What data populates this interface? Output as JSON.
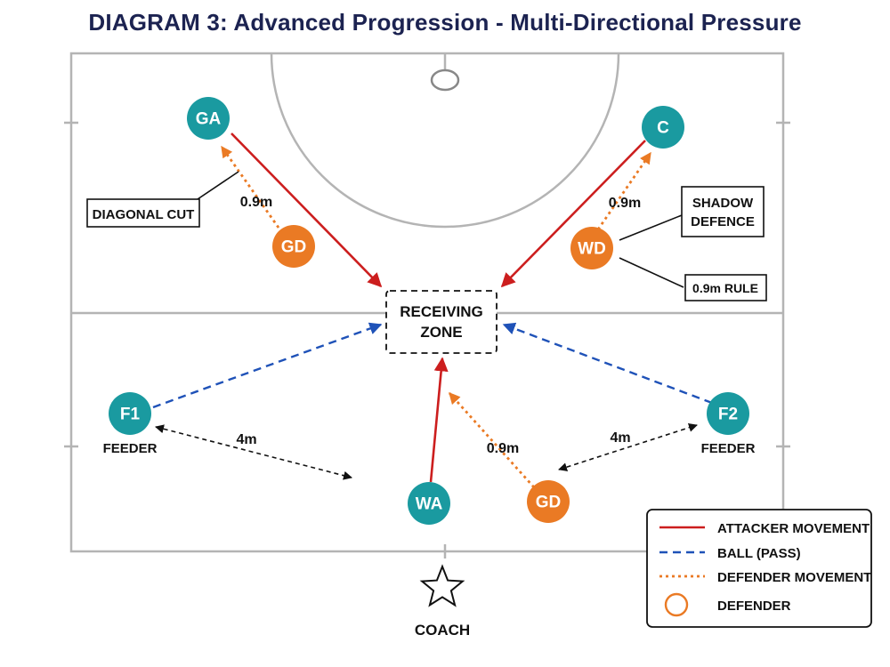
{
  "title": "DIAGRAM 3: Advanced Progression - Multi-Directional Pressure",
  "colors": {
    "attacker": "#1a9aa0",
    "defender": "#ea7a24",
    "attacker_line": "#cc1e1e",
    "ball_line": "#1f52b8",
    "defender_line": "#ea7a24",
    "court": "#b4b4b4",
    "title": "#1c2351"
  },
  "players": {
    "ga": "GA",
    "c": "C",
    "gd_top": "GD",
    "wd": "WD",
    "f1": "F1",
    "f2": "F2",
    "wa": "WA",
    "gd_bottom": "GD"
  },
  "role_labels": {
    "f1": "FEEDER",
    "f2": "FEEDER"
  },
  "zone": {
    "line1": "RECEIVING",
    "line2": "ZONE"
  },
  "callouts": {
    "diagonal_cut": "DIAGONAL CUT",
    "shadow_line1": "SHADOW",
    "shadow_line2": "DEFENCE",
    "rule": "0.9m RULE"
  },
  "distances": {
    "left_top": "0.9m",
    "right_top": "0.9m",
    "bottom": "0.9m",
    "left_bottom": "4m",
    "right_bottom": "4m"
  },
  "coach": {
    "icon": "star-icon",
    "label": "COACH"
  },
  "legend": {
    "items": [
      {
        "label": "ATTACKER MOVEMENT",
        "style": "solid",
        "color": "#cc1e1e"
      },
      {
        "label": "BALL (PASS)",
        "style": "dashed",
        "color": "#1f52b8"
      },
      {
        "label": "DEFENDER MOVEMENT",
        "style": "dotted",
        "color": "#ea7a24"
      },
      {
        "label": "DEFENDER",
        "style": "circle",
        "color": "#ea7a24"
      }
    ]
  }
}
